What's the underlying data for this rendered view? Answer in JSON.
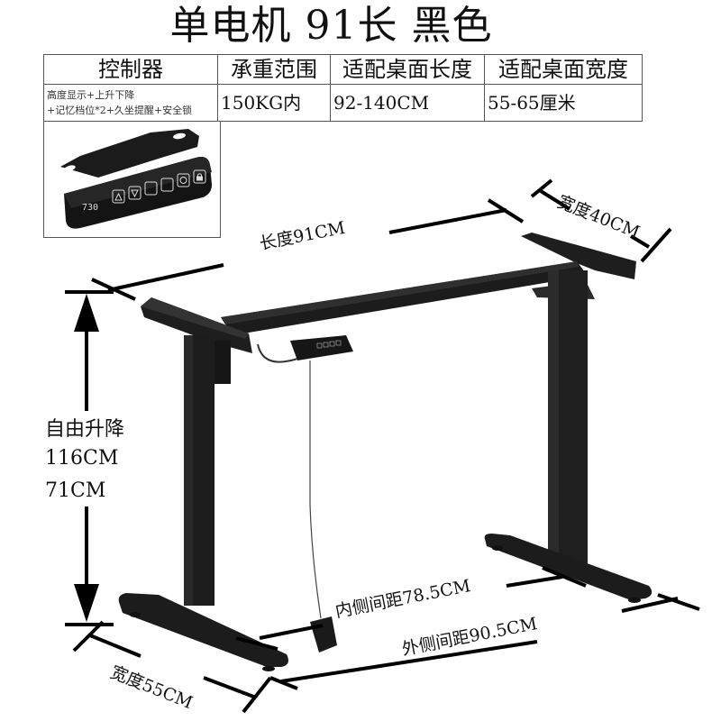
{
  "title": "单电机 91长 黑色",
  "spec_table": {
    "headers": [
      "控制器",
      "承重范围",
      "适配桌面长度",
      "适配桌面宽度"
    ],
    "values": {
      "controller_line1": "高度显示+上升下降",
      "controller_line2": "+记忆档位*2+久坐提醒+安全锁",
      "load": "150KG内",
      "length": "92-140CM",
      "width": "55-65厘米"
    }
  },
  "controller_image": {
    "display_value": "730",
    "buttons": [
      "up-arrow",
      "down-arrow",
      "stand",
      "sit",
      "reminder-clock",
      "lock"
    ]
  },
  "dimensions": {
    "length": "长度91CM",
    "top_width": "宽度40CM",
    "height_label": "自由升降",
    "height_max": "116CM",
    "height_min": "71CM",
    "inner_spacing": "内侧间距78.5CM",
    "outer_spacing": "外侧间距90.5CM",
    "foot_width": "宽度55CM"
  },
  "colors": {
    "frame": "#1e1e1e",
    "frame_highlight": "#3a3a3a",
    "dimension_line": "#000000",
    "table_border": "#555555"
  }
}
